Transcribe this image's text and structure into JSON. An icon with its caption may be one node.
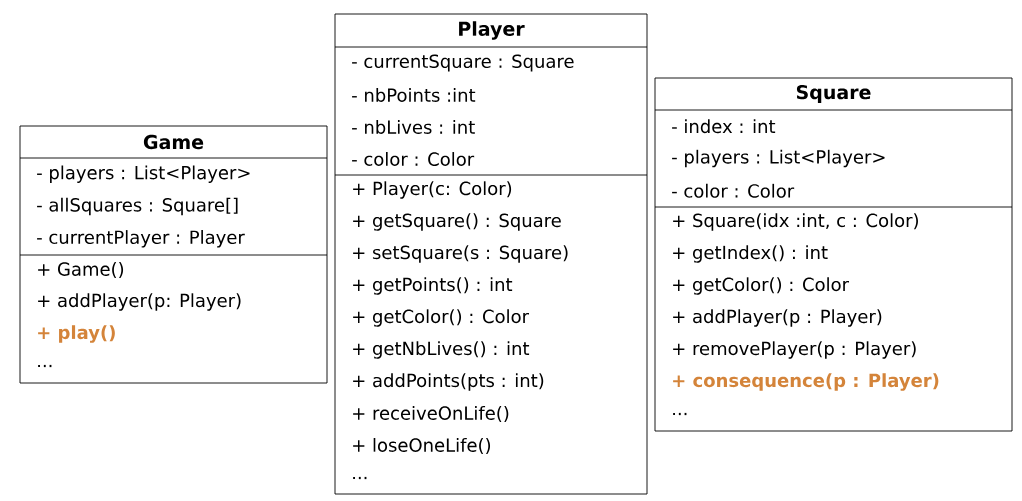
{
  "diagram": {
    "nodes": [
      {
        "text": [
          "Game",
          "- players : List<Player>",
          "- allSquares : Square[]",
          "- currentPlayer : Player",
          "+ Game()",
          "+ addPlayer(p: Player)",
          "+ play()",
          "..."
        ]
      },
      {
        "text": [
          "Player",
          "- currentSquare : Square",
          "- nbPoints :int",
          "- nbLives : int",
          "- color : Color",
          "+ Player(c: Color)",
          "+ getSquare() : Square",
          "+ setSquare(s : Square)",
          "+ getPoints() : int",
          "+ getColor() : Color",
          "+ getNbLives() : int",
          "+ addPoints(pts : int)",
          "+ receiveOnLife()",
          "+ loseOneLife()",
          "..."
        ]
      },
      {
        "text": [
          "Square",
          "- index : int",
          "- players : List<Player>",
          "- color : Color",
          "+ Square(idx :int, c : Color)",
          "+ getIndex() : int",
          "+ getColor() : Color",
          "+ addPlayer(p : Player)",
          "+ removePlayer(p : Player)",
          "+ consequence(p : Player)",
          "..."
        ]
      }
    ]
  }
}
